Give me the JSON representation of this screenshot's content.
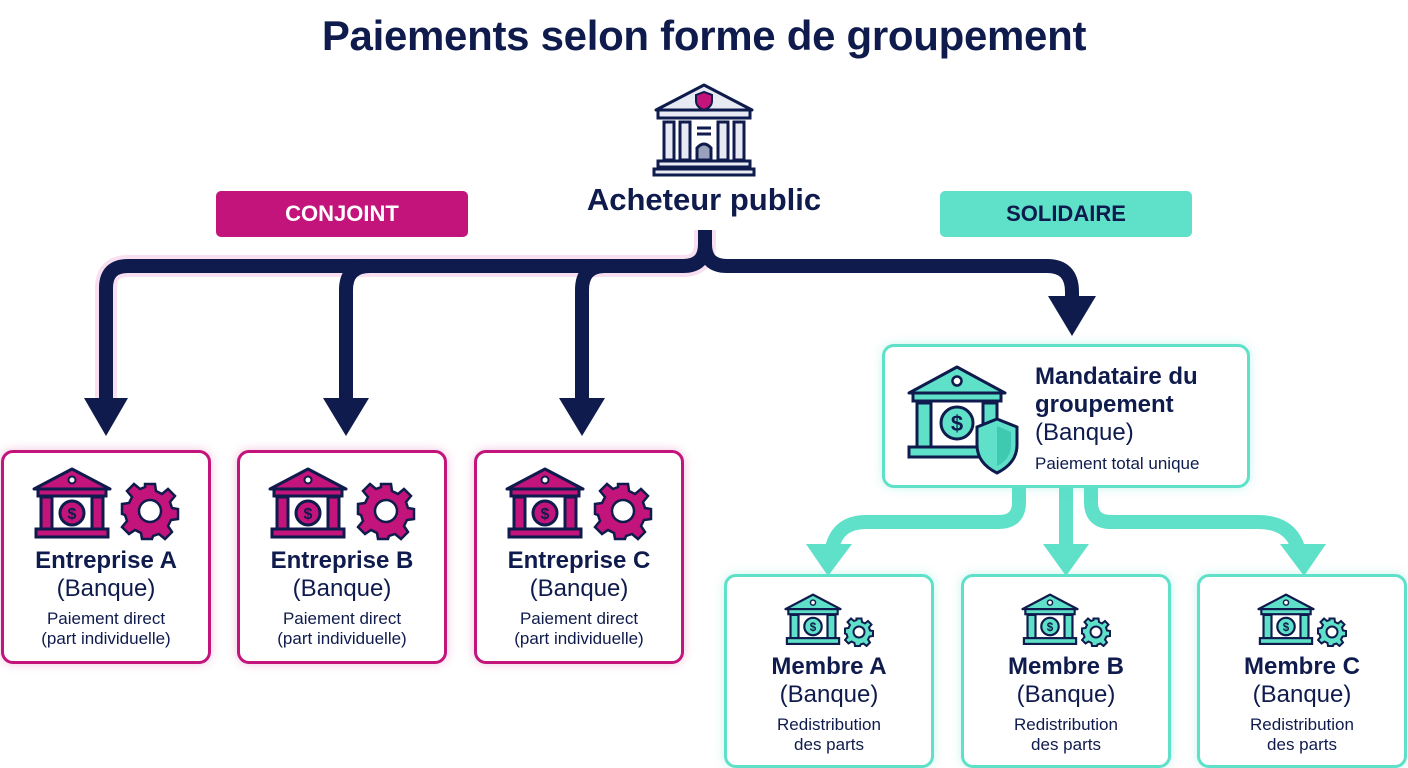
{
  "title": "Paiements selon forme de groupement",
  "colors": {
    "navy": "#0f1b4c",
    "magenta": "#c2147a",
    "teal": "#5ee0c9"
  },
  "buyer": {
    "label": "Acheteur public",
    "icon": "government-building-icon"
  },
  "categories": {
    "conjoint": {
      "label": "CONJOINT"
    },
    "solidaire": {
      "label": "SOLIDAIRE"
    }
  },
  "conjoint_nodes": [
    {
      "name": "Entreprise A",
      "bank": "(Banque)",
      "desc_line1": "Paiement direct",
      "desc_line2": "(part individuelle)"
    },
    {
      "name": "Entreprise B",
      "bank": "(Banque)",
      "desc_line1": "Paiement direct",
      "desc_line2": "(part individuelle)"
    },
    {
      "name": "Entreprise C",
      "bank": "(Banque)",
      "desc_line1": "Paiement direct",
      "desc_line2": "(part individuelle)"
    }
  ],
  "mandataire": {
    "name_line1": "Mandataire du",
    "name_line2": "groupement",
    "bank": "(Banque)",
    "desc": "Paiement total unique"
  },
  "solidaire_nodes": [
    {
      "name": "Membre A",
      "bank": "(Banque)",
      "desc_line1": "Redistribution",
      "desc_line2": "des parts"
    },
    {
      "name": "Membre B",
      "bank": "(Banque)",
      "desc_line1": "Redistribution",
      "desc_line2": "des parts"
    },
    {
      "name": "Membre C",
      "bank": "(Banque)",
      "desc_line1": "Redistribution",
      "desc_line2": "des parts"
    }
  ]
}
